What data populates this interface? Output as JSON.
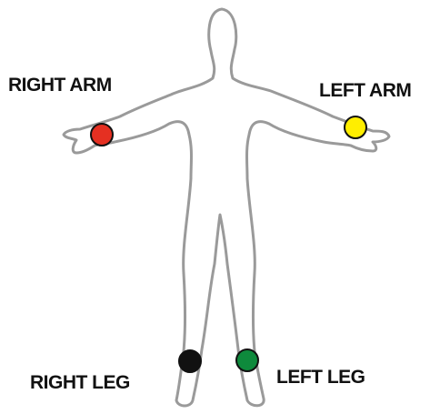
{
  "labels": {
    "right_arm": "RIGHT ARM",
    "left_arm": "LEFT ARM",
    "right_leg": "RIGHT LEG",
    "left_leg": "LEFT LEG"
  },
  "electrodes": {
    "right_arm": {
      "color": "#e53022"
    },
    "left_arm": {
      "color": "#ffee00"
    },
    "right_leg": {
      "color": "#111111"
    },
    "left_leg": {
      "color": "#0e8a3c"
    }
  },
  "outline_color": "#9a9a9a"
}
